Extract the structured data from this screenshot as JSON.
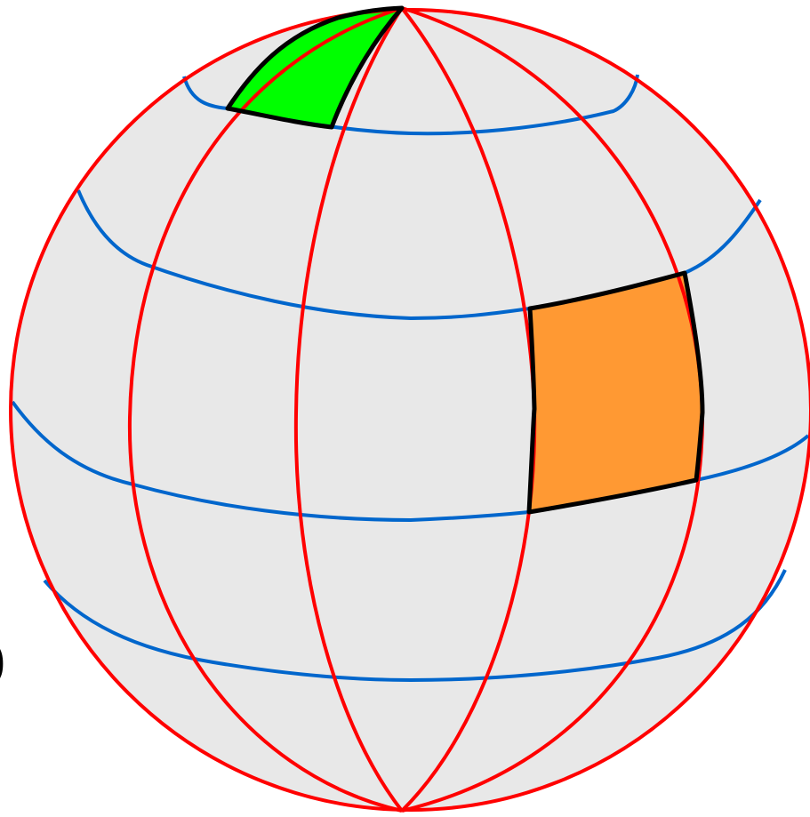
{
  "figure": {
    "edge_glyph": "o",
    "colors": {
      "sphere_fill": "#E8E8E8",
      "meridians": "#FF0000",
      "parallels": "#0066CC",
      "polar_cell_fill": "#00FF00",
      "equatorial_cell_fill": "#FF9933",
      "cell_outline": "#000000"
    },
    "grid": {
      "meridian_count": 5,
      "parallel_count": 4
    },
    "highlighted_cells": [
      {
        "name": "polar-cell",
        "color_key": "polar_cell_fill"
      },
      {
        "name": "equatorial-cell",
        "color_key": "equatorial_cell_fill"
      }
    ]
  }
}
